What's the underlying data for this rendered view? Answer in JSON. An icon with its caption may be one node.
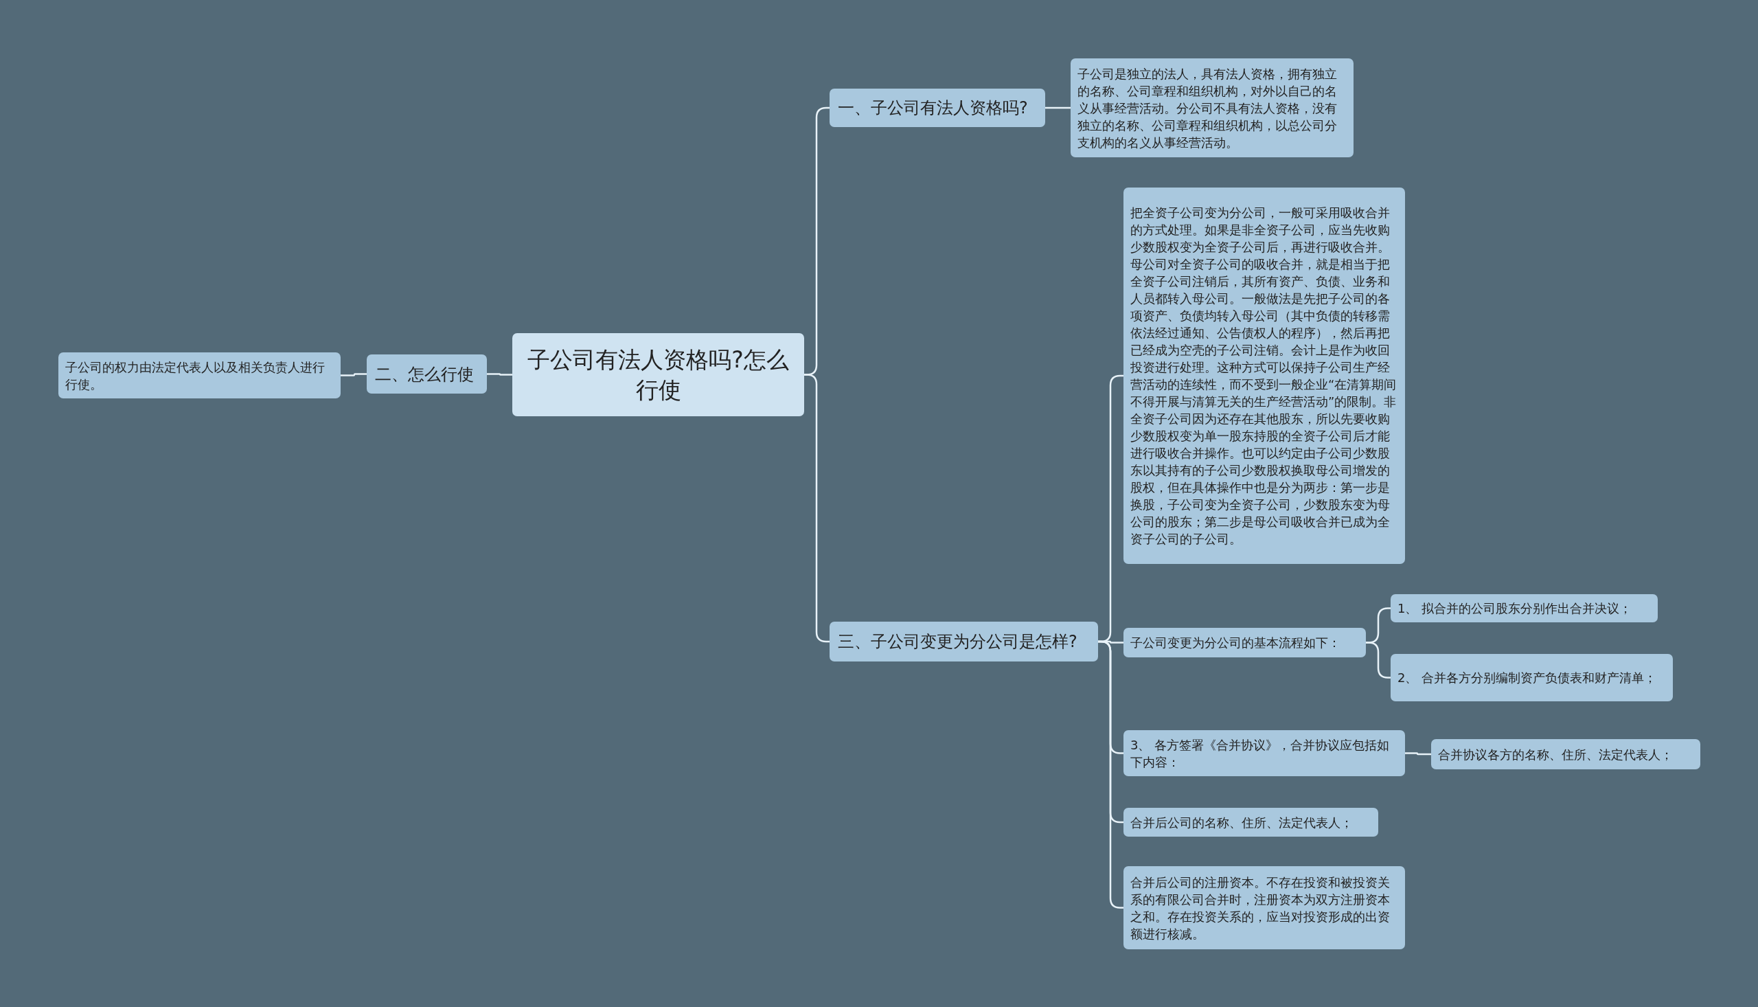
{
  "diagram": {
    "nodes": [
      {
        "text": [
          "子公司有法人资格吗?怎么行使"
        ]
      },
      {
        "text": [
          "一、子公司有法人资格吗?"
        ]
      },
      {
        "text": [
          "子公司是独立的法人，具有法人资格，拥有独立的名称、公司章程和组织机构，对外以自己的名义从事经营活动。分公司不具有法人资格，没有独立的名称、公司章程和组织机构，以总公司分支机构的名义从事经营活动。"
        ]
      },
      {
        "text": [
          "二、怎么行使"
        ]
      },
      {
        "text": [
          "子公司的权力由法定代表人以及相关负责人进行行使。"
        ]
      },
      {
        "text": [
          "三、子公司变更为分公司是怎样?"
        ]
      },
      {
        "text": [
          "把全资子公司变为分公司，一般可采用吸收合并的方式处理。如果是非全资子公司，应当先收购少数股权变为全资子公司后，再进行吸收合并。母公司对全资子公司的吸收合并，就是相当于把全资子公司注销后，其所有资产、负债、业务和人员都转入母公司。一般做法是先把子公司的各项资产、负债均转入母公司（其中负债的转移需依法经过通知、公告债权人的程序），然后再把已经成为空壳的子公司注销。会计上是作为收回投资进行处理。这种方式可以保持子公司生产经营活动的连续性，而不受到一般企业“在清算期间不得开展与清算无关的生产经营活动”的限制。非全资子公司因为还存在其他股东，所以先要收购少数股权变为单一股东持股的全资子公司后才能进行吸收合并操作。也可以约定由子公司少数股东以其持有的子公司少数股权换取母公司增发的股权，但在具体操作中也是分为两步：第一步是换股，子公司变为全资子公司，少数股东变为母公司的股东；第二步是母公司吸收合并已成为全资子公司的子公司。"
        ]
      },
      {
        "text": [
          "子公司变更为分公司的基本流程如下："
        ]
      },
      {
        "text": [
          "1、 拟合并的公司股东分别作出合并决议；"
        ]
      },
      {
        "text": [
          "2、 合并各方分别编制资产负债表和财产清单；"
        ]
      },
      {
        "text": [
          "3、 各方签署《合并协议》，合并协议应包括如下内容："
        ]
      },
      {
        "text": [
          "合并协议各方的名称、住所、法定代表人；"
        ]
      },
      {
        "text": [
          "合并后公司的名称、住所、法定代表人；"
        ]
      },
      {
        "text": [
          "合并后公司的注册资本。不存在投资和被投资关系的有限公司合并时，注册资本为双方注册资本之和。存在投资关系的，应当对投资形成的出资额进行核减。"
        ]
      }
    ],
    "edges": [
      {
        "from": 0,
        "to": 1,
        "arrow": "none"
      },
      {
        "from": 0,
        "to": 3,
        "arrow": "none"
      },
      {
        "from": 0,
        "to": 5,
        "arrow": "none"
      },
      {
        "from": 1,
        "to": 2,
        "arrow": "none"
      },
      {
        "from": 3,
        "to": 4,
        "arrow": "none"
      },
      {
        "from": 5,
        "to": 6,
        "arrow": "none"
      },
      {
        "from": 5,
        "to": 7,
        "arrow": "none"
      },
      {
        "from": 5,
        "to": 10,
        "arrow": "none"
      },
      {
        "from": 5,
        "to": 12,
        "arrow": "none"
      },
      {
        "from": 5,
        "to": 13,
        "arrow": "none"
      },
      {
        "from": 7,
        "to": 8,
        "arrow": "none"
      },
      {
        "from": 7,
        "to": 9,
        "arrow": "none"
      },
      {
        "from": 10,
        "to": 11,
        "arrow": "none"
      }
    ]
  }
}
